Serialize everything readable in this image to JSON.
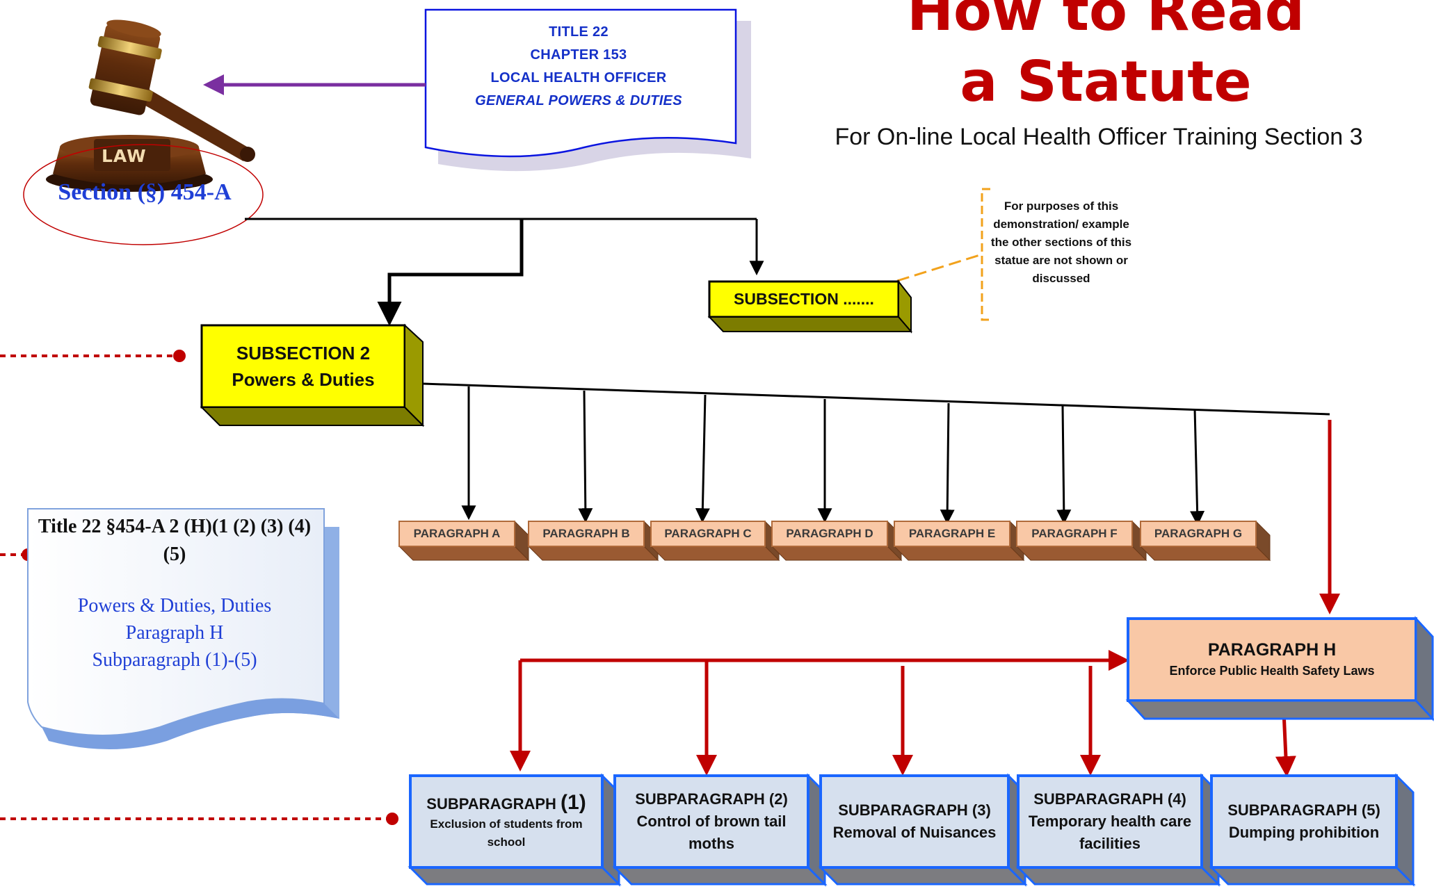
{
  "header": {
    "title_line1": "How to Read",
    "title_line2": "a Statute",
    "subtitle": "For On-line Local Health Officer Training Section 3"
  },
  "gavel": {
    "law_label": "LAW",
    "section_label": "Section (§) 454-A"
  },
  "title_doc": {
    "line1": "TITLE 22",
    "line2": "CHAPTER 153",
    "line3": "LOCAL HEALTH OFFICER",
    "line4": "GENERAL POWERS & DUTIES"
  },
  "note": {
    "text": "For purposes of this demonstration/ example the other sections of this statue are not shown or discussed"
  },
  "subsection2": {
    "line1": "SUBSECTION 2",
    "line2": "Powers & Duties"
  },
  "subsection_other": {
    "label": "SUBSECTION ......."
  },
  "paragraphs": [
    "PARAGRAPH  A",
    "PARAGRAPH B",
    "PARAGRAPH C",
    "PARAGRAPH D",
    "PARAGRAPH E",
    "PARAGRAPH F",
    "PARAGRAPH G"
  ],
  "paragraph_h": {
    "title": "PARAGRAPH  H",
    "sub": "Enforce Public Health Safety Laws"
  },
  "subparagraphs": [
    {
      "title": "SUBPARAGRAPH ",
      "number": "(1)",
      "sub": "Exclusion of students from school"
    },
    {
      "title": "SUBPARAGRAPH (2)",
      "sub": "Control of brown tail moths"
    },
    {
      "title": "SUBPARAGRAPH (3)",
      "sub": "Removal of Nuisances"
    },
    {
      "title": "SUBPARAGRAPH (4)",
      "sub": "Temporary health care facilities"
    },
    {
      "title": "SUBPARAGRAPH (5)",
      "sub": "Dumping prohibition"
    }
  ],
  "citation_scroll": {
    "heading": "Title 22 §454-A 2 (H)(1 (2) (3) (4) (5)",
    "body_line1": "Powers & Duties, Duties",
    "body_line2": "Paragraph H",
    "body_line3": "Subparagraph (1)-(5)"
  },
  "colors": {
    "title_red": "#c00000",
    "connector_red": "#c00000",
    "doc_blue": "#1430c8",
    "box_yellow": "#ffff00",
    "box_salmon": "#f9c8a6",
    "box_lightblue": "#d6e0ee",
    "note_orange": "#f2a21c"
  }
}
